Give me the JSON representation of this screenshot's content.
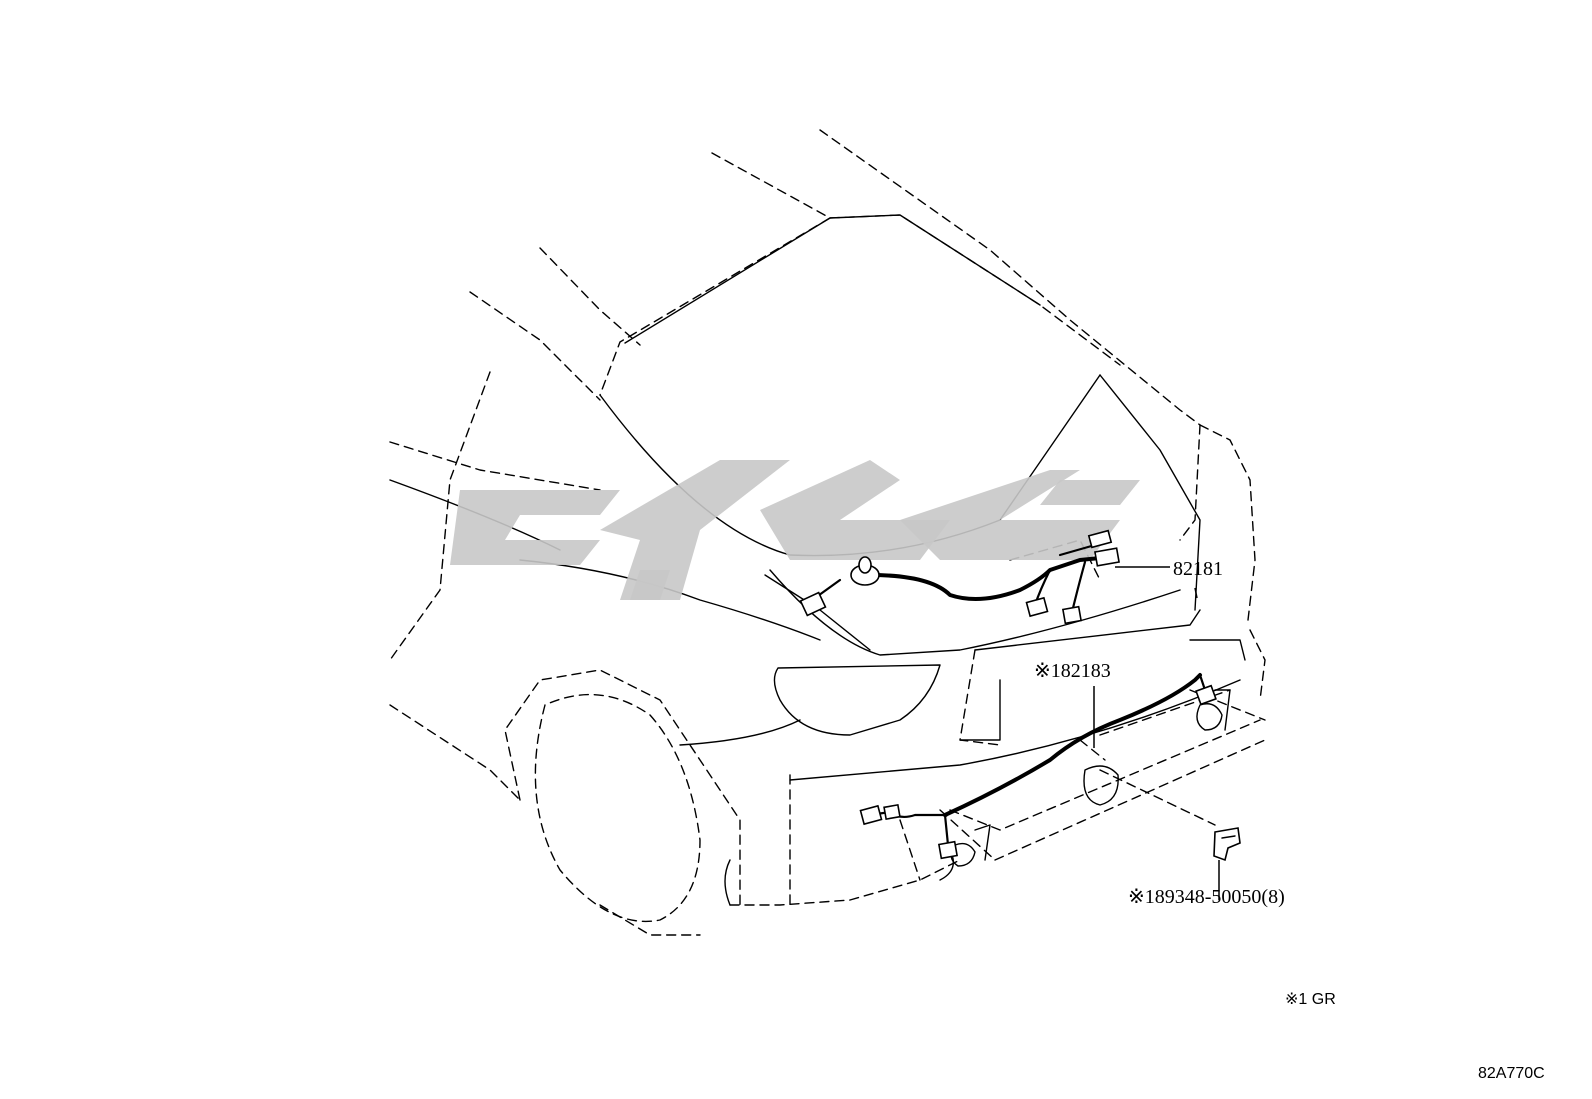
{
  "parts": [
    {
      "label": "82181"
    },
    {
      "label": "※182183"
    },
    {
      "label": "※189348-50050(8)"
    }
  ],
  "legend": {
    "note": "※1 GR"
  },
  "footer": {
    "figure_code": "82A770C"
  },
  "colors": {
    "line": "#000000",
    "watermark": "#c8c8c8",
    "background": "#ffffff"
  }
}
